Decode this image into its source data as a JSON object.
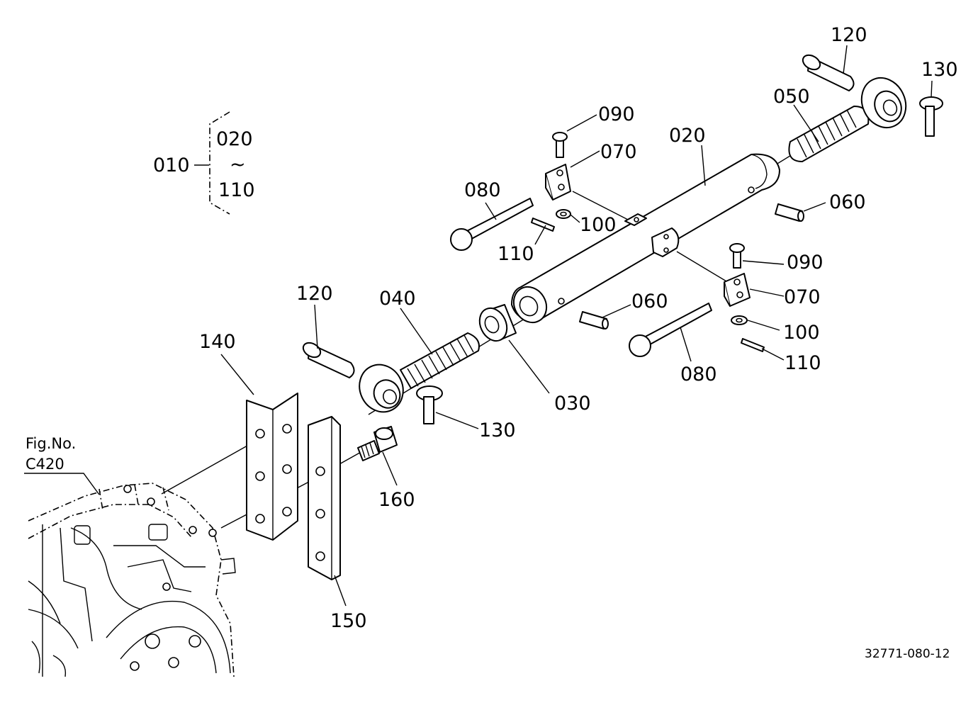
{
  "assembly_bracket": {
    "code": "010",
    "range_from": "020",
    "range_sep": "~",
    "range_to": "110"
  },
  "figure_reference": {
    "label": "Fig.No.",
    "number": "C420"
  },
  "document_code": "32771-080-12",
  "callouts": {
    "c020": "020",
    "c030": "030",
    "c040": "040",
    "c050": "050",
    "c060_upper": "060",
    "c060_lower": "060",
    "c070_upper": "070",
    "c070_lower": "070",
    "c080_upper": "080",
    "c080_lower": "080",
    "c090_upper": "090",
    "c090_lower": "090",
    "c100_upper": "100",
    "c100_lower": "100",
    "c110_upper": "110",
    "c110_lower": "110",
    "c120_upper": "120",
    "c120_lower": "120",
    "c130_upper": "130",
    "c130_lower": "130",
    "c140": "140",
    "c150": "150",
    "c160": "160"
  }
}
